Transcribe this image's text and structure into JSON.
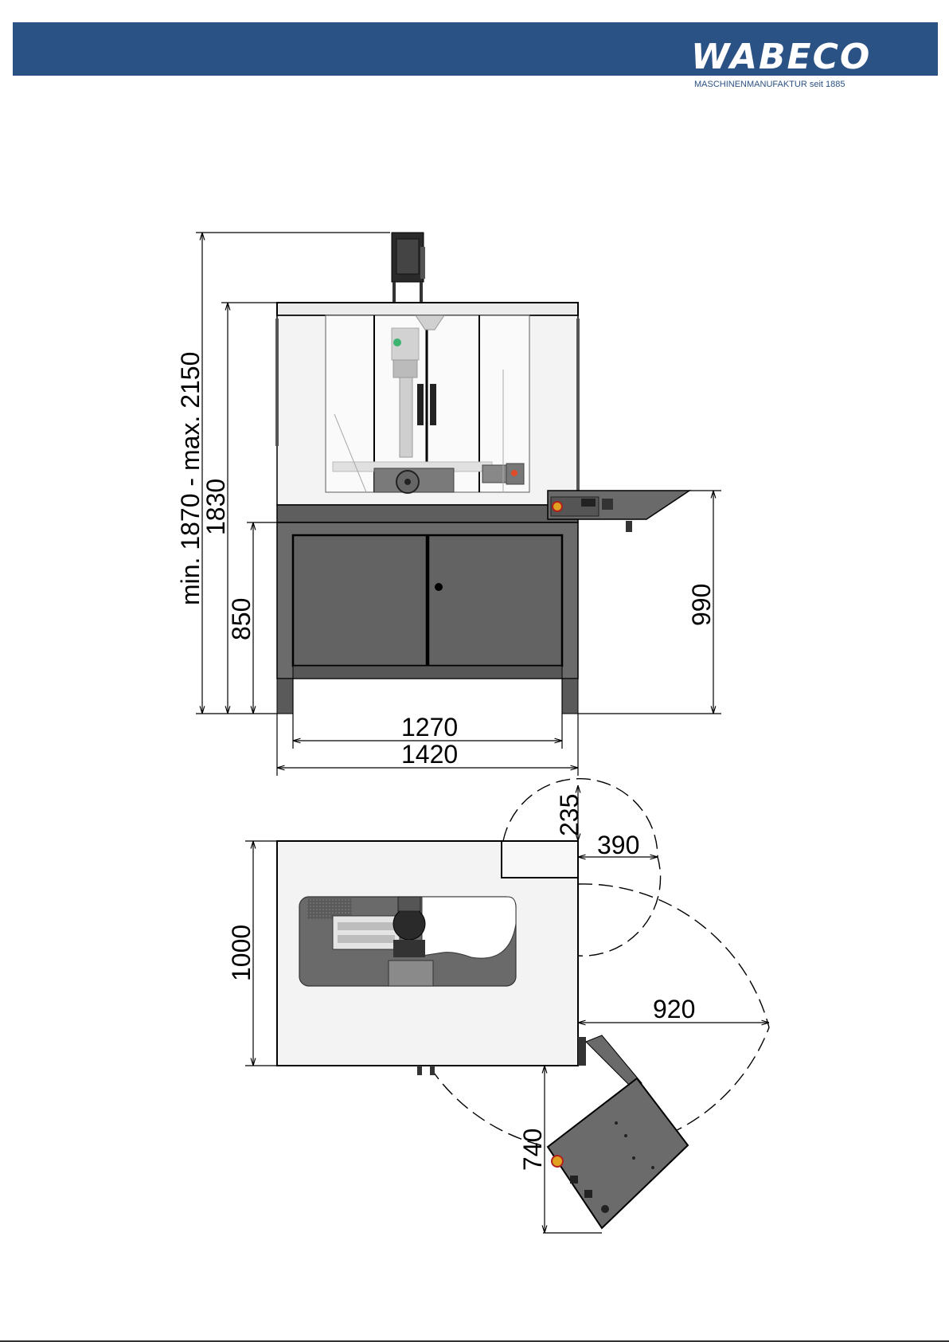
{
  "header": {
    "brand": "WABECO",
    "tagline": "MASCHINENMANUFAKTUR seit 1885",
    "bar_color": "#2b5285"
  },
  "front_view": {
    "dim_total_height": "min. 1870 - max. 2150",
    "dim_height": "1830",
    "dim_table_height": "850",
    "dim_panel_height": "990",
    "dim_inner_width": "1270",
    "dim_outer_width": "1420"
  },
  "top_view": {
    "dim_depth": "1000",
    "dim_door_radius": "235",
    "dim_door_offset": "390",
    "dim_panel_radius": "920",
    "dim_panel_offset": "740"
  }
}
